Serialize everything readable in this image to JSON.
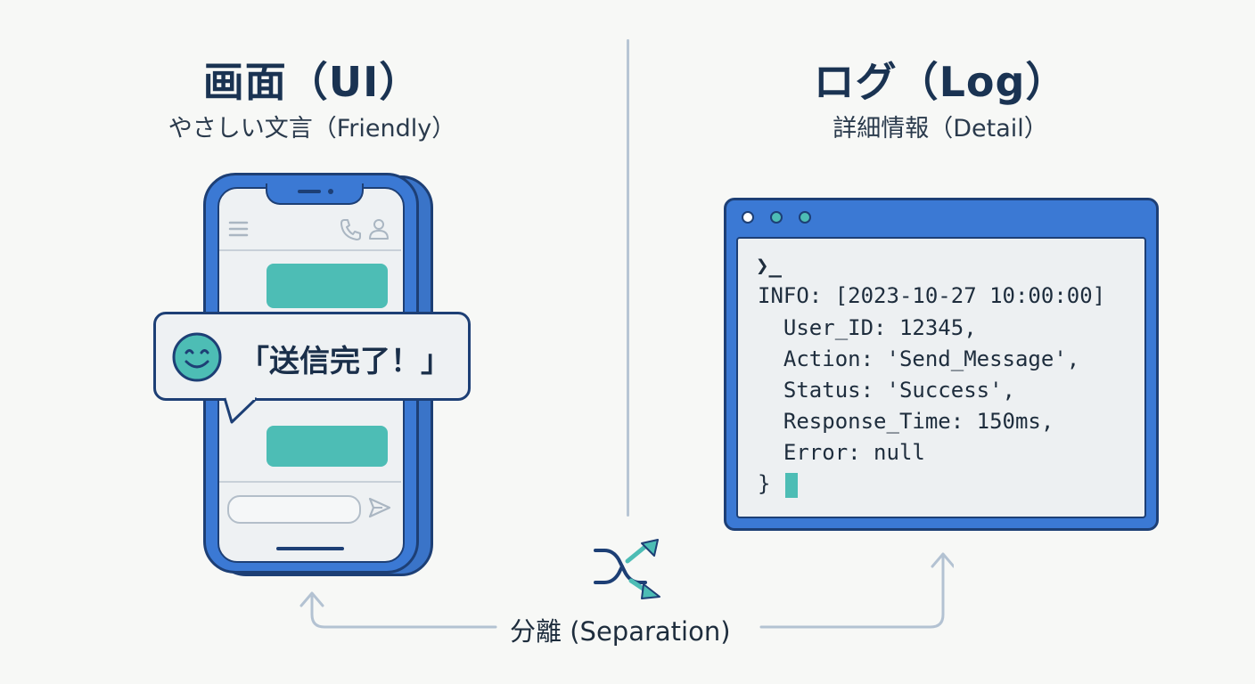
{
  "left": {
    "title": "画面（UI）",
    "subtitle": "やさしい文言（Friendly）",
    "toast_text": "「送信完了！」"
  },
  "right": {
    "title": "ログ（Log）",
    "subtitle": "詳細情報（Detail）",
    "prompt": "❯_",
    "log_lines": [
      "INFO: [2023-10-27 10:00:00]",
      "  User_ID: 12345,",
      "  Action: 'Send_Message',",
      "  Status: 'Success',",
      "  Response_Time: 150ms,",
      "  Error: null",
      "}"
    ]
  },
  "caption": "分離 (Separation)",
  "colors": {
    "navy": "#1d3f75",
    "blue": "#3b79d4",
    "teal": "#4dbdb5",
    "background": "#f7f8f6",
    "window_dots": [
      "#ffffff",
      "#4dbdb5",
      "#4dbdb5"
    ]
  },
  "icons": [
    "menu-icon",
    "phone-icon",
    "user-icon",
    "smile-icon",
    "send-icon",
    "shuffle-icon",
    "arrow-up-icon"
  ]
}
